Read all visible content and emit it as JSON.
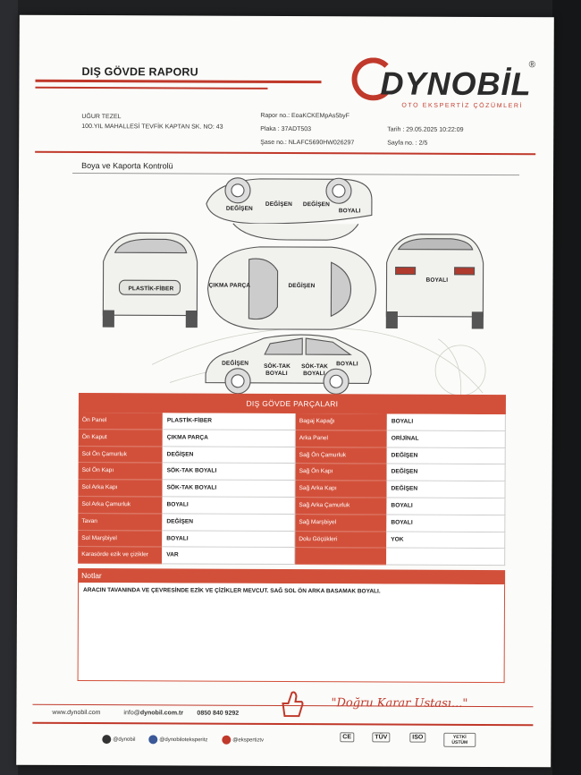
{
  "report": {
    "title": "DIŞ GÖVDE RAPORU",
    "brand_name": "DYNOBİL",
    "brand_reg": "®",
    "brand_sub": "OTO EKSPERTİZ ÇÖZÜMLERİ",
    "customer_name": "UĞUR TEZEL",
    "customer_address": "100.YIL MAHALLESİ TEVFİK KAPTAN SK. NO: 43",
    "report_no": "Rapor no.: EoaKCKEMpAs5byF",
    "plate": "Plaka : 37ADT503",
    "chassis": "Şase no.: NLAFC5690HW026297",
    "date": "Tarih : 29.05.2025 10:22:09",
    "page": "Sayfa no. : 2/5",
    "section_title": "Boya ve Kaporta Kontrolü",
    "accent_color": "#d2503a"
  },
  "car_labels": {
    "top_degisen_1": "DEĞİŞEN",
    "top_degisen_2": "DEĞİŞEN",
    "top_degisen_3": "DEĞİŞEN",
    "top_boyali": "BOYALI",
    "front_plastik": "PLASTİK-FİBER",
    "roof_cikma": "ÇIKMA PARÇA",
    "roof_degisen": "DEĞİŞEN",
    "rear_boyali": "BOYALI",
    "side_degisen": "DEĞİŞEN",
    "side_soktak_1": "SÖK-TAK",
    "side_boyali_1": "BOYALI",
    "side_soktak_2": "SÖK-TAK",
    "side_boyali_2": "BOYALI",
    "side_boyali_3": "BOYALI"
  },
  "parts": {
    "header": "DIŞ GÖVDE PARÇALARI",
    "rows": [
      {
        "l1": "Ön Panel",
        "v1": "PLASTİK-FİBER",
        "l2": "Bagaj Kapağı",
        "v2": "BOYALI"
      },
      {
        "l1": "Ön Kaput",
        "v1": "ÇIKMA PARÇA",
        "l2": "Arka Panel",
        "v2": "ORİJİNAL"
      },
      {
        "l1": "Sol Ön Çamurluk",
        "v1": "DEĞİŞEN",
        "l2": "Sağ Ön Çamurluk",
        "v2": "DEĞİŞEN"
      },
      {
        "l1": "Sol Ön Kapı",
        "v1": "SÖK-TAK BOYALI",
        "l2": "Sağ Ön Kapı",
        "v2": "DEĞİŞEN"
      },
      {
        "l1": "Sol Arka Kapı",
        "v1": "SÖK-TAK BOYALI",
        "l2": "Sağ Arka Kapı",
        "v2": "DEĞİŞEN"
      },
      {
        "l1": "Sol Arka Çamurluk",
        "v1": "BOYALI",
        "l2": "Sağ Arka Çamurluk",
        "v2": "BOYALI"
      },
      {
        "l1": "Tavan",
        "v1": "DEĞİŞEN",
        "l2": "Sağ Marşbiyel",
        "v2": "BOYALI"
      },
      {
        "l1": "Sol Marşbiyel",
        "v1": "BOYALI",
        "l2": "Dolu Göçükleri",
        "v2": "YOK"
      },
      {
        "l1": "Karasörde ezik ve çizikler",
        "v1": "VAR",
        "l2": "",
        "v2": ""
      }
    ]
  },
  "notes": {
    "header": "Notlar",
    "text": "ARACIN TAVANINDA VE ÇEVRESİNDE EZİK VE ÇİZİKLER MEVCUT. SAĞ SOL ÖN ARKA BASAMAK BOYALI."
  },
  "footer": {
    "website": "www.dynobil.com",
    "email_prefix": "info@",
    "email_domain": "dynobil.com.tr",
    "phone": "0850 840 9292",
    "slogan": "\"Doğru Karar Ustası...\"",
    "social_tiktok": "@dynobil",
    "social_facebook": "@dynobiloteksperitz",
    "social_youtube": "@ekspertiztv",
    "cert_ce": "CE",
    "cert_tuv": "TÜV",
    "cert_iso": "ISO",
    "cert_yetki": "YETKİ ÜSTÜM"
  }
}
